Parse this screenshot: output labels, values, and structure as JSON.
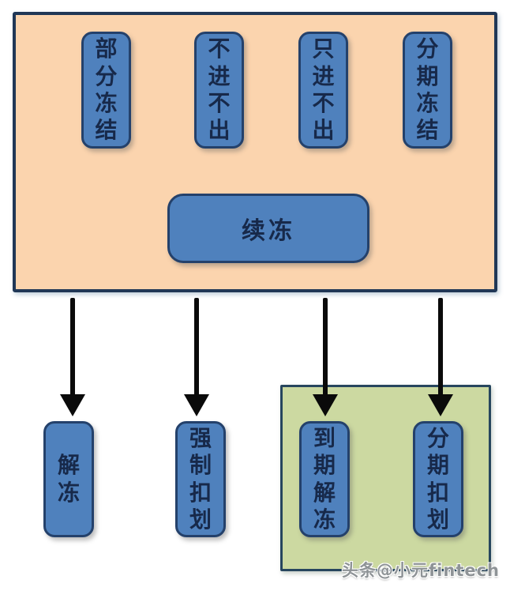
{
  "diagram": {
    "description": "Account freeze types flow diagram",
    "top_box": {
      "pills": [
        {
          "label": "部分冻结"
        },
        {
          "label": "不进不出"
        },
        {
          "label": "只进不出"
        },
        {
          "label": "分期冻结"
        }
      ],
      "wide_pill": {
        "label": "续冻"
      }
    },
    "arrows": [
      {
        "to": "解冻"
      },
      {
        "to": "强制扣划"
      },
      {
        "to": "到期解冻"
      },
      {
        "to": "分期扣划"
      }
    ],
    "bottom_row": {
      "pills": [
        {
          "label": "解冻"
        },
        {
          "label": "强制扣划"
        }
      ]
    },
    "green_box": {
      "pills": [
        {
          "label": "到期解冻"
        },
        {
          "label": "分期扣划"
        }
      ]
    },
    "watermark": {
      "text": "头条@小元fintech"
    },
    "colors": {
      "peach_fill": "#fbd4ae",
      "peach_border": "#203756",
      "pill_fill": "#4f81bd",
      "pill_border": "#24416b",
      "pill_text": "#17294a",
      "green_fill": "#ccd9a1",
      "green_border": "#27465e",
      "arrow_black": "#0a0a0a",
      "watermark_gray": "#8e9396"
    }
  }
}
